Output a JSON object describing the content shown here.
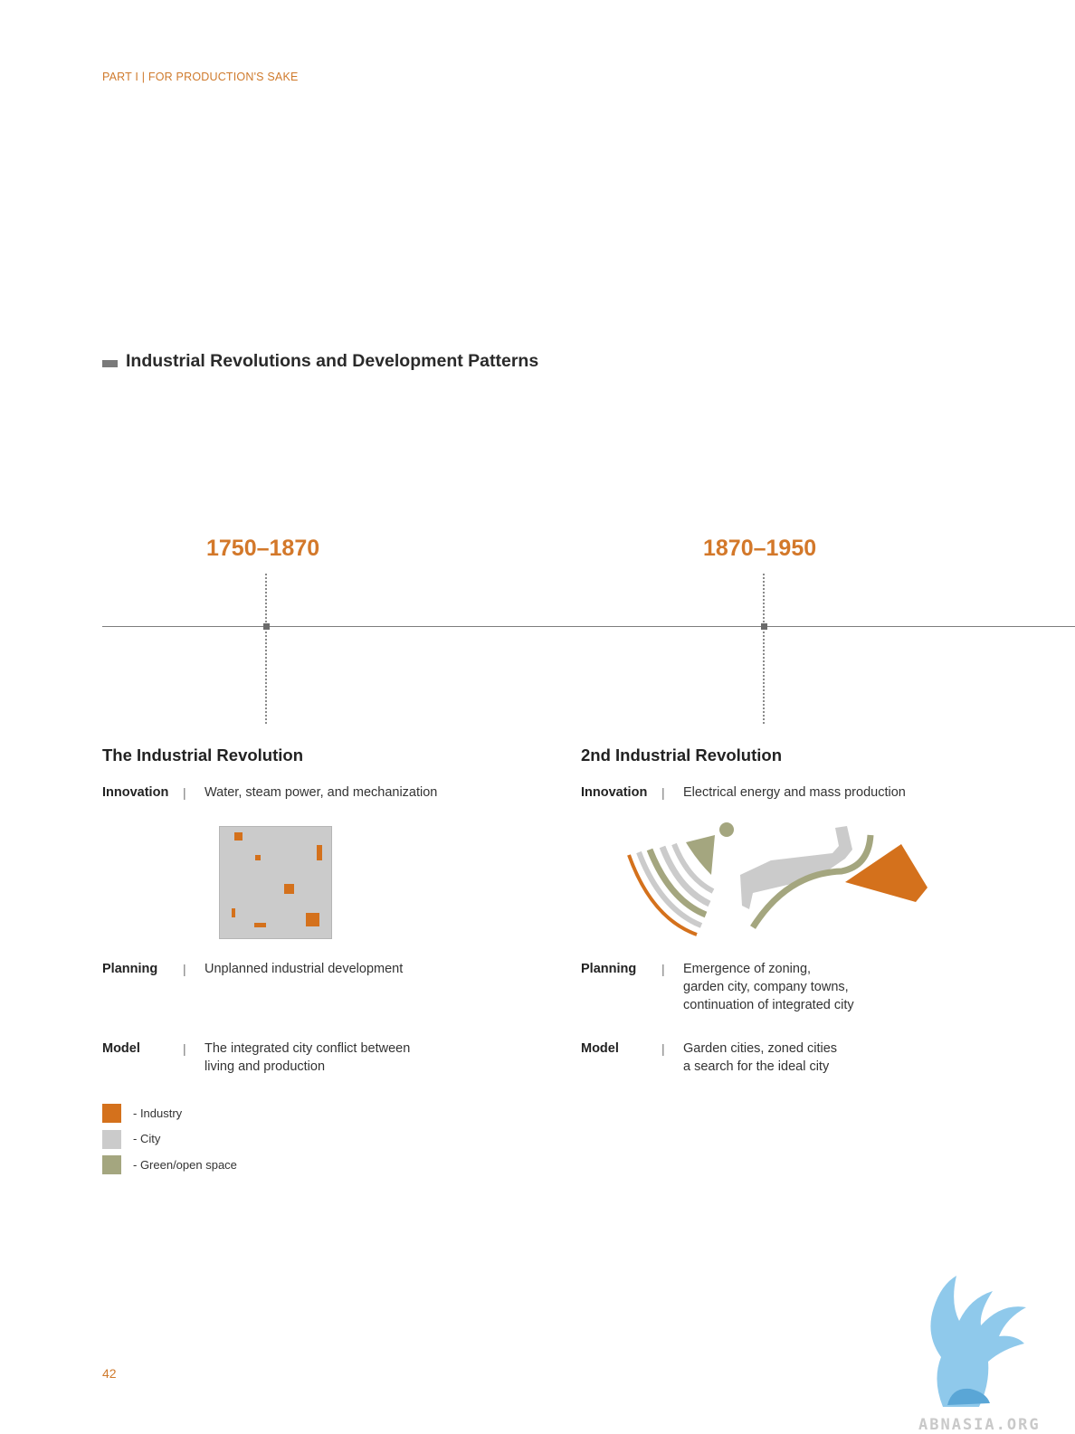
{
  "running_head": "PART I | FOR PRODUCTION'S SAKE",
  "section_title": "Industrial Revolutions and Development Patterns",
  "colors": {
    "industry": "#d4711c",
    "city": "#cbcbcb",
    "green": "#a4a67f",
    "accent": "#d3782a"
  },
  "eras": [
    {
      "years": "1750–1870",
      "title": "The Industrial Revolution",
      "innovation_label": "Innovation",
      "innovation": "Water, steam power, and mechanization",
      "planning_label": "Planning",
      "planning": [
        "Unplanned industrial development"
      ],
      "model_label": "Model",
      "model": [
        "The integrated city conflict between",
        "living and production"
      ]
    },
    {
      "years": "1870–1950",
      "title": "2nd Industrial Revolution",
      "innovation_label": "Innovation",
      "innovation": "Electrical energy and mass production",
      "planning_label": "Planning",
      "planning": [
        "Emergence of zoning,",
        "garden city, company towns,",
        "continuation of integrated city"
      ],
      "model_label": "Model",
      "model": [
        "Garden cities, zoned cities",
        "a search for the ideal city"
      ]
    }
  ],
  "separator": "|",
  "legend": [
    {
      "label": "-  Industry"
    },
    {
      "label": "-  City"
    },
    {
      "label": "-  Green/open space"
    }
  ],
  "page_number": "42",
  "watermark": "ABNASIA.ORG"
}
